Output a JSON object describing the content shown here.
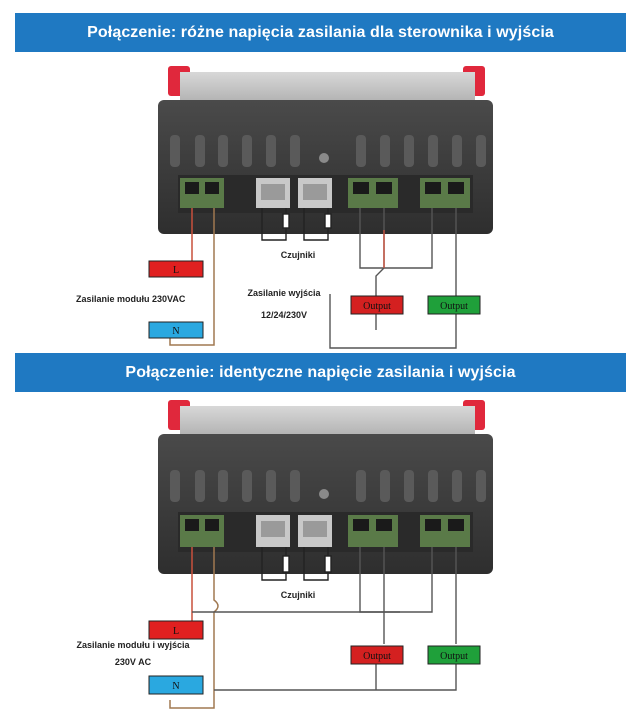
{
  "diagram_1": {
    "title": "Połączenie: różne napięcia zasilania dla sterownika i wyjścia",
    "terminal_L": "L",
    "terminal_N": "N",
    "power_label": "Zasilanie modułu 230VAC",
    "sensor_label": "Czujniki",
    "output_power_label_line1": "Zasilanie wyjścia",
    "output_power_label_line2": "12/24/230V",
    "output_1_label": "Output",
    "output_2_label": "Output"
  },
  "diagram_2": {
    "title": "Połączenie: identyczne napięcie zasilania i wyjścia",
    "terminal_L": "L",
    "terminal_N": "N",
    "power_label_line1": "Zasilanie modułu i wyjścia",
    "power_label_line2": "230V AC",
    "sensor_label": "Czujniki",
    "output_1_label": "Output",
    "output_2_label": "Output"
  },
  "colors": {
    "banner": "#1f79c2",
    "terminal_L": "#e02020",
    "terminal_N": "#2aa8e0",
    "output_1": "#d42020",
    "output_2": "#1fa03a",
    "device_body": "#3c3c3c",
    "connector": "#5a7a48",
    "wire": "#555555",
    "wire_live": "#c8503c",
    "wire_neutral": "#a07850"
  }
}
